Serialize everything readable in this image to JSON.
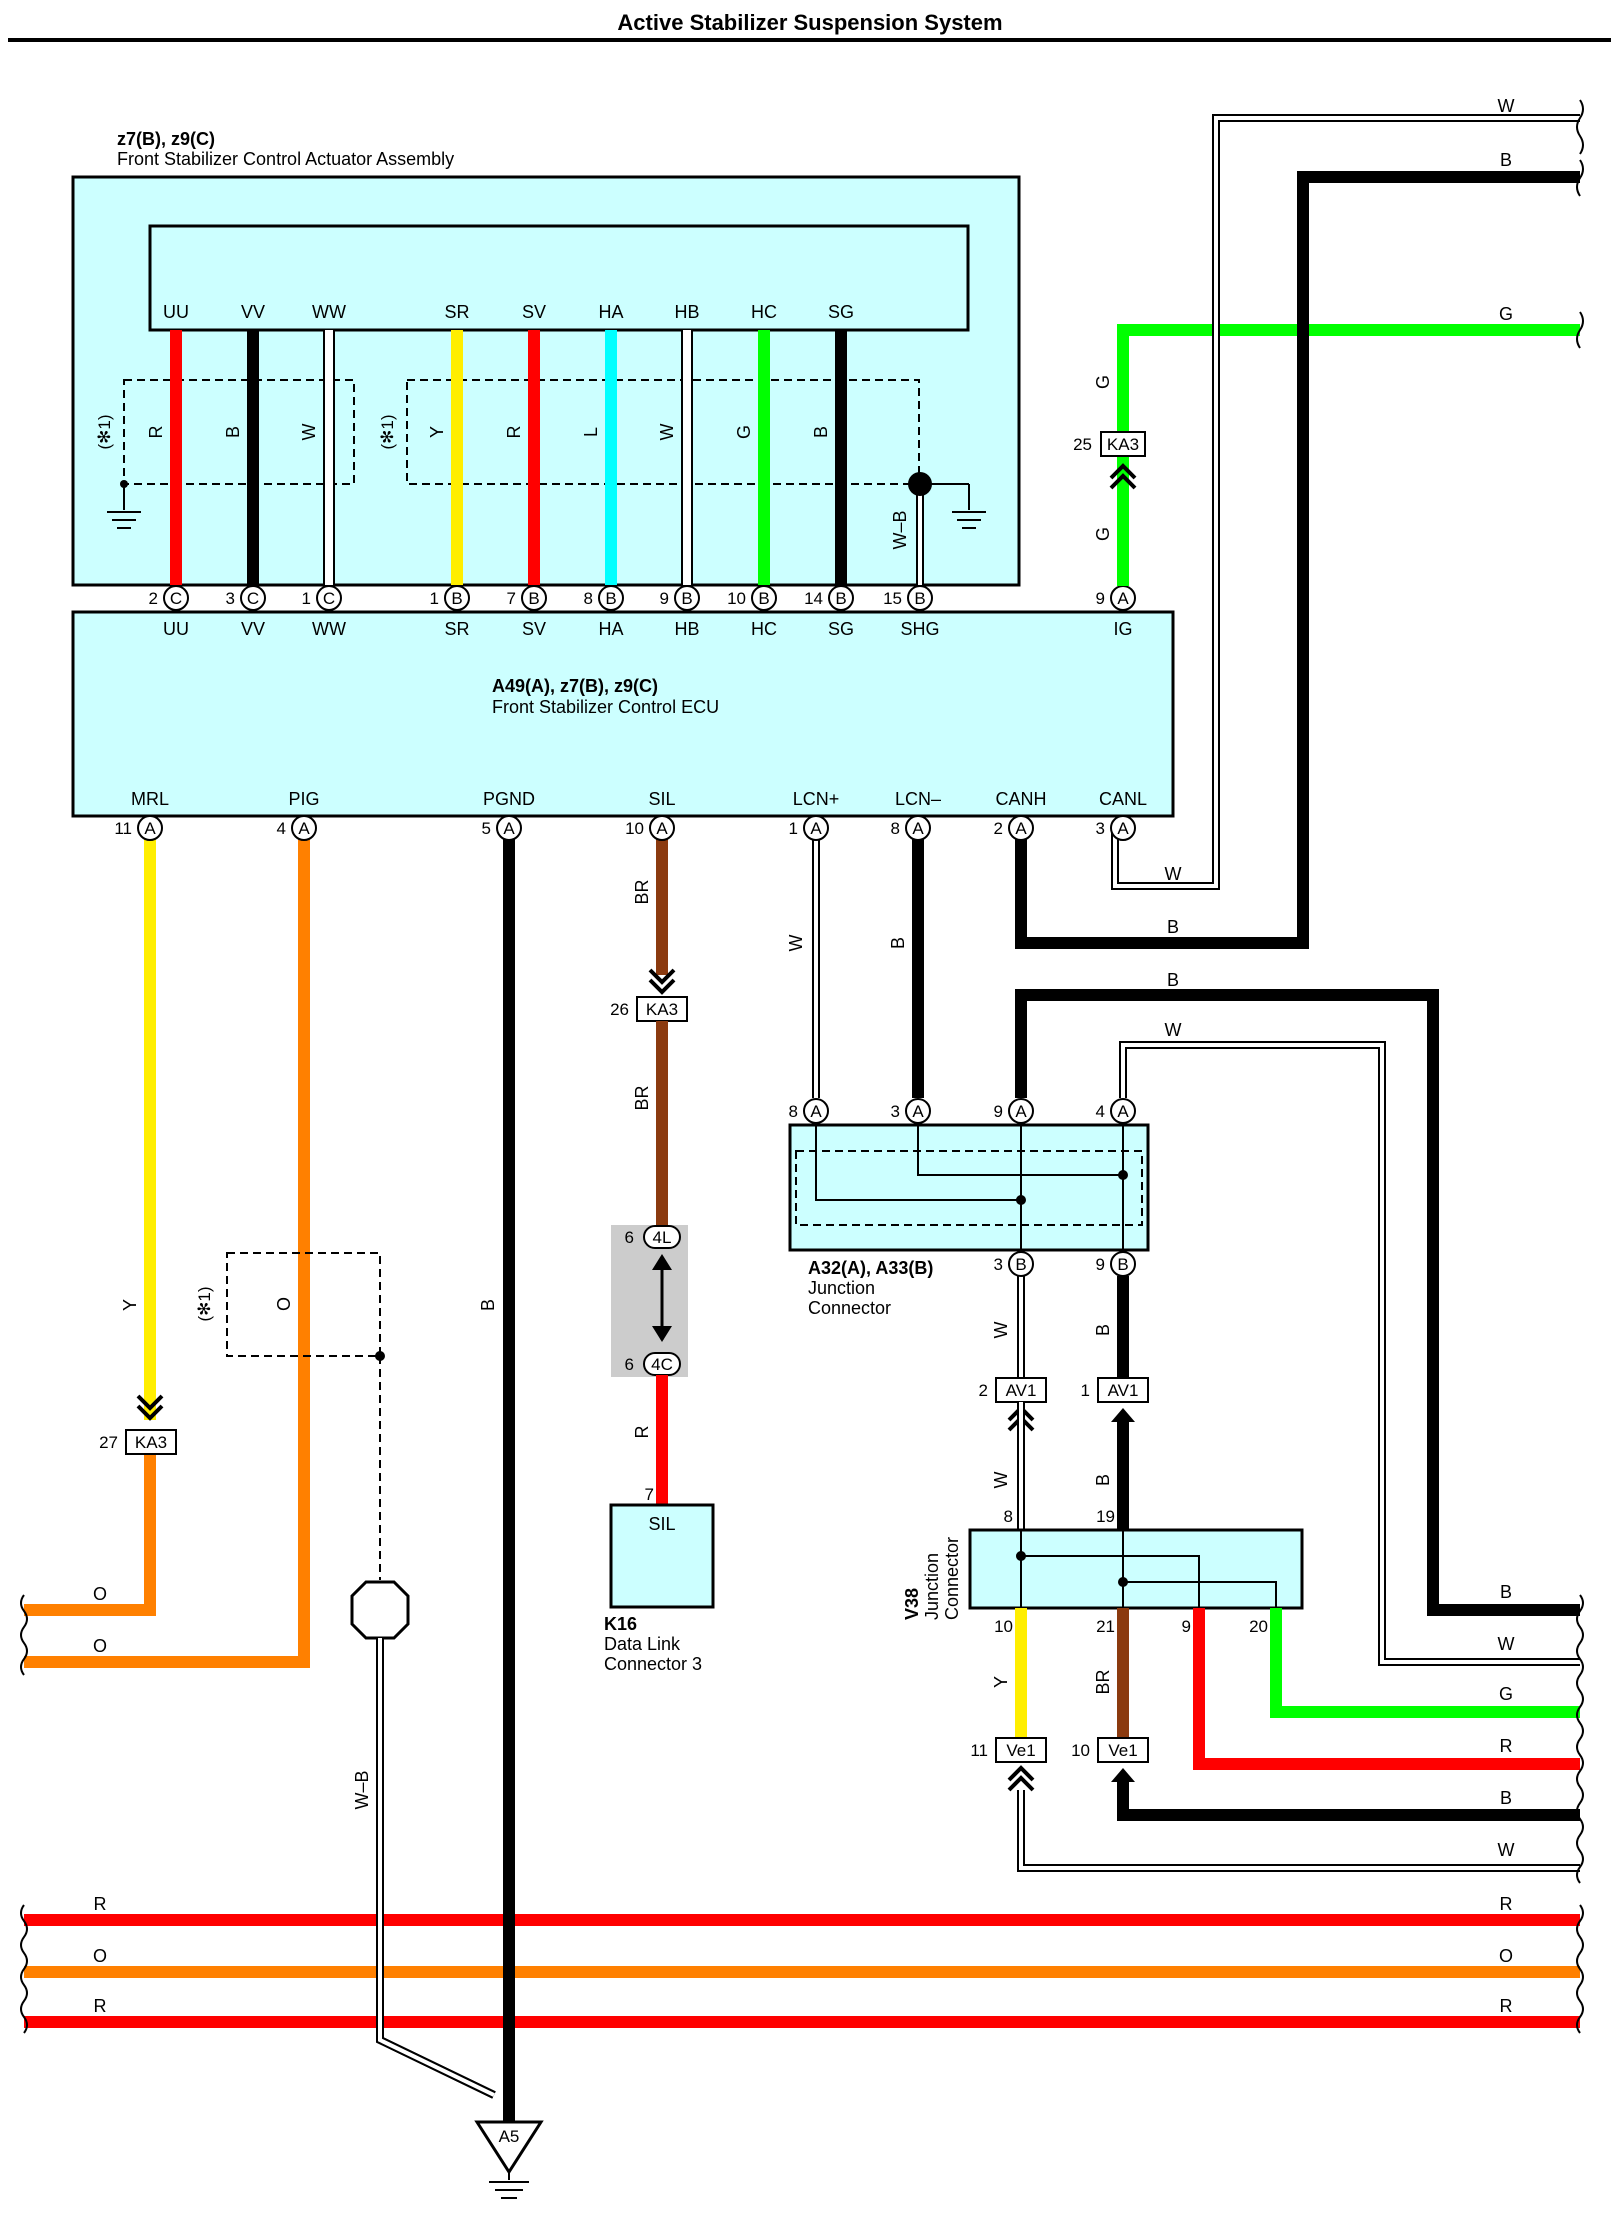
{
  "title": "Active Stabilizer Suspension System",
  "actuator": {
    "refs": "z7(B), z9(C)",
    "name": "Front Stabilizer Control Actuator Assembly",
    "inner_terms": [
      "UU",
      "VV",
      "WW",
      "SR",
      "SV",
      "HA",
      "HB",
      "HC",
      "SG"
    ],
    "wire_colors": [
      "R",
      "B",
      "W",
      "Y",
      "R",
      "L",
      "W",
      "G",
      "B"
    ],
    "shield_wire": "W–B",
    "note": "(✻1)"
  },
  "ecu": {
    "refs": "A49(A), z7(B), z9(C)",
    "name": "Front Stabilizer Control ECU",
    "top_pins": [
      {
        "num": "2",
        "conn": "C",
        "term": "UU"
      },
      {
        "num": "3",
        "conn": "C",
        "term": "VV"
      },
      {
        "num": "1",
        "conn": "C",
        "term": "WW"
      },
      {
        "num": "1",
        "conn": "B",
        "term": "SR"
      },
      {
        "num": "7",
        "conn": "B",
        "term": "SV"
      },
      {
        "num": "8",
        "conn": "B",
        "term": "HA"
      },
      {
        "num": "9",
        "conn": "B",
        "term": "HB"
      },
      {
        "num": "10",
        "conn": "B",
        "term": "HC"
      },
      {
        "num": "14",
        "conn": "B",
        "term": "SG"
      },
      {
        "num": "15",
        "conn": "B",
        "term": "SHG"
      },
      {
        "num": "9",
        "conn": "A",
        "term": "IG"
      }
    ],
    "bottom_pins": [
      {
        "num": "11",
        "conn": "A",
        "term": "MRL"
      },
      {
        "num": "4",
        "conn": "A",
        "term": "PIG"
      },
      {
        "num": "5",
        "conn": "A",
        "term": "PGND"
      },
      {
        "num": "10",
        "conn": "A",
        "term": "SIL"
      },
      {
        "num": "1",
        "conn": "A",
        "term": "LCN+"
      },
      {
        "num": "8",
        "conn": "A",
        "term": "LCN–"
      },
      {
        "num": "2",
        "conn": "A",
        "term": "CANH"
      },
      {
        "num": "3",
        "conn": "A",
        "term": "CANL"
      }
    ]
  },
  "ig_line": {
    "kl_num": "25",
    "kl": "KA3",
    "c1": "G",
    "c2": "G"
  },
  "right_top": {
    "c1": "W",
    "c2": "B",
    "c3": "G"
  },
  "can_returns": {
    "w": "W",
    "b": "B"
  },
  "mrl_line": {
    "c1": "Y",
    "kl_num": "27",
    "kl": "KA3",
    "out": "O"
  },
  "pig_line": {
    "out": "O",
    "box_color": "O",
    "note": "(✻1)"
  },
  "pgnd": {
    "c": "B",
    "ground": "A5",
    "sh": "W–B"
  },
  "sil": {
    "c1": "BR",
    "kl_num": "26",
    "kl": "KA3",
    "c2": "BR",
    "j1_num": "6",
    "j1": "4L",
    "j2_num": "6",
    "j2": "4C",
    "c3": "R",
    "pin": "7",
    "term": "SIL",
    "ref": "K16",
    "name1": "Data Link",
    "name2": "Connector 3"
  },
  "lcn": {
    "c_plus": "W",
    "c_minus": "B"
  },
  "jc_a32": {
    "refs": "A32(A), A33(B)",
    "name1": "Junction",
    "name2": "Connector",
    "top_pins": [
      {
        "num": "8",
        "conn": "A"
      },
      {
        "num": "3",
        "conn": "A"
      },
      {
        "num": "9",
        "conn": "A"
      },
      {
        "num": "4",
        "conn": "A"
      }
    ],
    "bot_pins": [
      {
        "num": "3",
        "conn": "B"
      },
      {
        "num": "9",
        "conn": "B"
      }
    ],
    "in_b": "B",
    "in_w": "W"
  },
  "av1": {
    "c1": "W",
    "c2": "B",
    "p1": "2",
    "k1": "AV1",
    "p2": "1",
    "k2": "AV1",
    "c3": "W",
    "c4": "B"
  },
  "v38": {
    "ref": "V38",
    "name1": "Junction",
    "name2": "Connector",
    "top": [
      "8",
      "19"
    ],
    "bot": [
      "10",
      "21",
      "9",
      "20"
    ],
    "c10": "Y",
    "c21": "BR"
  },
  "ve1": {
    "p1": "11",
    "k1": "Ve1",
    "p2": "10",
    "k2": "Ve1"
  },
  "right_bottom": [
    "B",
    "W",
    "G",
    "R",
    "B",
    "W"
  ],
  "bottom_bus": {
    "left": [
      "R",
      "O",
      "R"
    ],
    "right": [
      "R",
      "O",
      "R"
    ]
  },
  "colors": {
    "red": "#ff0000",
    "yellow": "#ffee00",
    "cyan": "#00ffff",
    "green": "#00ff00",
    "orange": "#ff8000",
    "brown": "#8b3a0f",
    "black": "#000000",
    "box": "#ccffff"
  }
}
